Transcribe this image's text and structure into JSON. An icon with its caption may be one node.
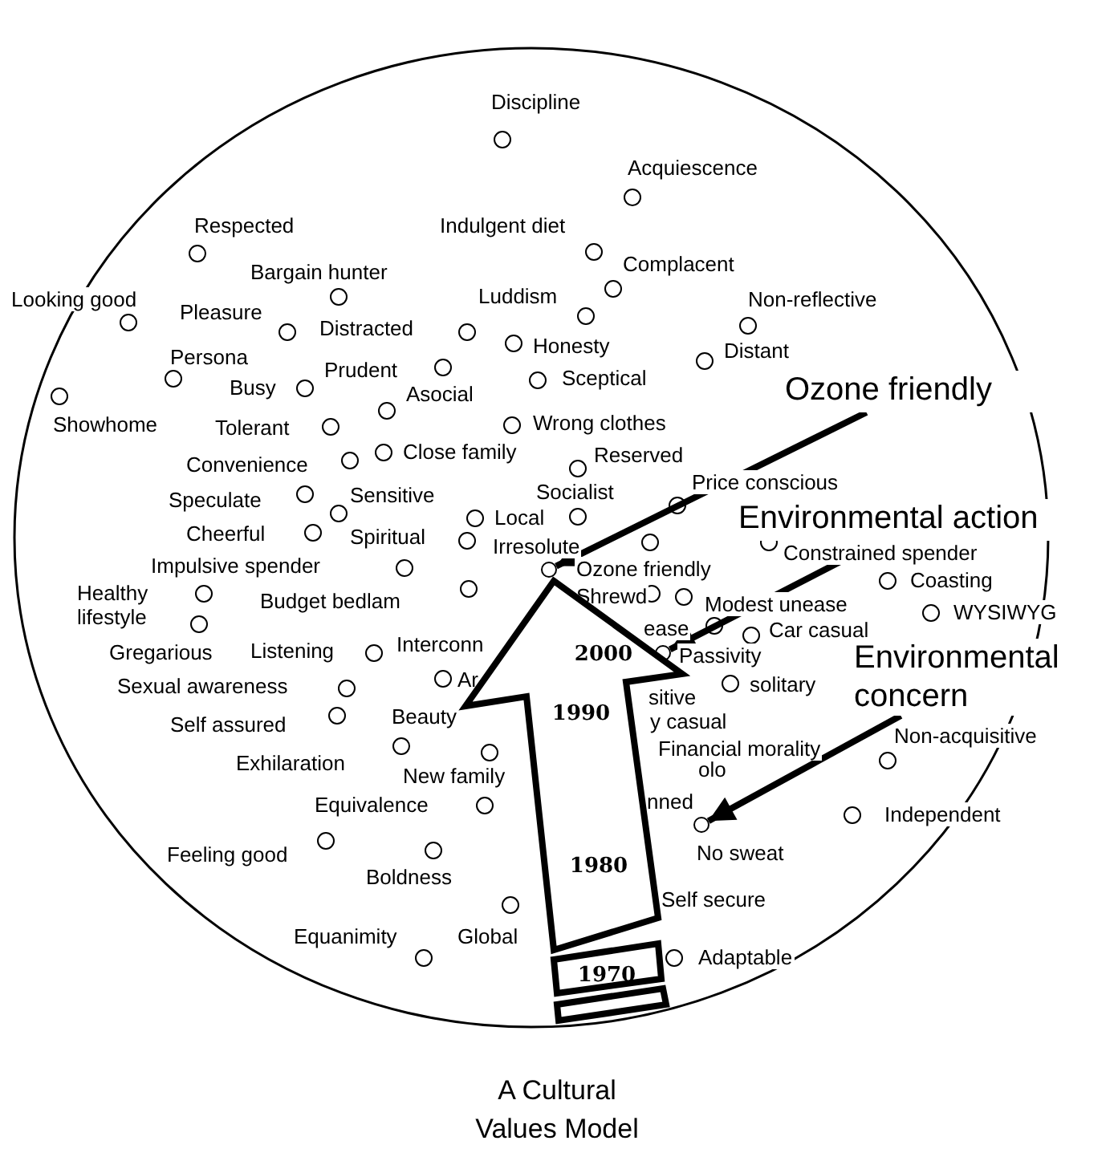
{
  "diagram": {
    "caption": "A Cultural Values Model",
    "nodes": [
      {
        "text": [
          "Ozone friendly"
        ]
      },
      {
        "text": [
          "Environmental action"
        ]
      },
      {
        "text": [
          "Environmental concern"
        ]
      },
      {
        "text": [],
        "shape": "circle"
      },
      {
        "text": [],
        "shape": "circle"
      },
      {
        "text": [],
        "shape": "circle"
      },
      {
        "text": [
          "2000",
          "1990",
          "1980",
          "1970"
        ]
      }
    ],
    "edges": [
      {
        "from": 0,
        "to": 3,
        "arrow": "to"
      },
      {
        "from": 1,
        "to": 4,
        "arrow": "to"
      },
      {
        "from": 2,
        "to": 5,
        "arrow": "to"
      }
    ],
    "labels": [
      "Discipline",
      "Acquiescence",
      "Respected",
      "Indulgent diet",
      "Complacent",
      "Bargain hunter",
      "Looking good",
      "Luddism",
      "Non-reflective",
      "Pleasure",
      "Distracted",
      "Honesty",
      "Distant",
      "Persona",
      "Prudent",
      "Sceptical",
      "Busy",
      "Asocial",
      "Showhome",
      "Tolerant",
      "Wrong clothes",
      "Close family",
      "Reserved",
      "Convenience",
      "Price conscious",
      "Socialist",
      "Speculate",
      "Sensitive",
      "Local",
      "Cheerful",
      "Spiritual",
      "Irresolute",
      "Constrained spender",
      "Impulsive spender",
      "Ozone friendly",
      "Coasting",
      "Healthy lifestyle",
      "Budget bedlam",
      "Shrewd",
      "Modest unease",
      "WYSIWYG",
      "ease",
      "Car casual",
      "Gregarious",
      "Listening",
      "Interconn",
      "Passivity",
      "Sexual awareness",
      "Ar",
      "sitive",
      "solitary",
      "Self assured",
      "Beauty",
      "y casual",
      "Financial morality",
      "Non-acquisitive",
      "Exhilaration",
      "New family",
      "olo",
      "Equivalence",
      "nned",
      "Independent",
      "No sweat",
      "Feeling good",
      "Boldness",
      "Self secure",
      "Equanimity",
      "Global",
      "Adaptable"
    ]
  }
}
